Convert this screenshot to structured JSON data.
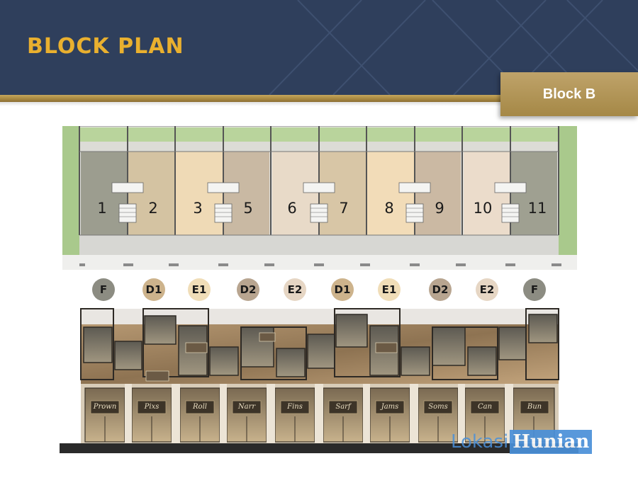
{
  "header": {
    "title": "BLOCK PLAN",
    "block_label": "Block B"
  },
  "colors": {
    "header_bg": "#2f3f5c",
    "title_gold": "#e9b02f",
    "tab_gold": "#b3965a",
    "type_F": "#8c8c82",
    "type_D1": "#cdb38c",
    "type_E1": "#f0ddb8",
    "type_D2": "#b8a590",
    "type_E2": "#e6d6c4"
  },
  "units": [
    "1",
    "2",
    "3",
    "5",
    "6",
    "7",
    "8",
    "9",
    "10",
    "11"
  ],
  "unit_types": [
    "F",
    "D1",
    "E1",
    "D2",
    "E2",
    "D1",
    "E1",
    "D2",
    "E2",
    "F"
  ],
  "shop_signs": [
    "Prown",
    "Pixs",
    "Roll",
    "Narr",
    "Fins",
    "Sarf",
    "Jams",
    "Soms",
    "Can",
    "Bun"
  ],
  "watermark": {
    "part1": "Lokasi",
    "part2": "Hunian"
  }
}
